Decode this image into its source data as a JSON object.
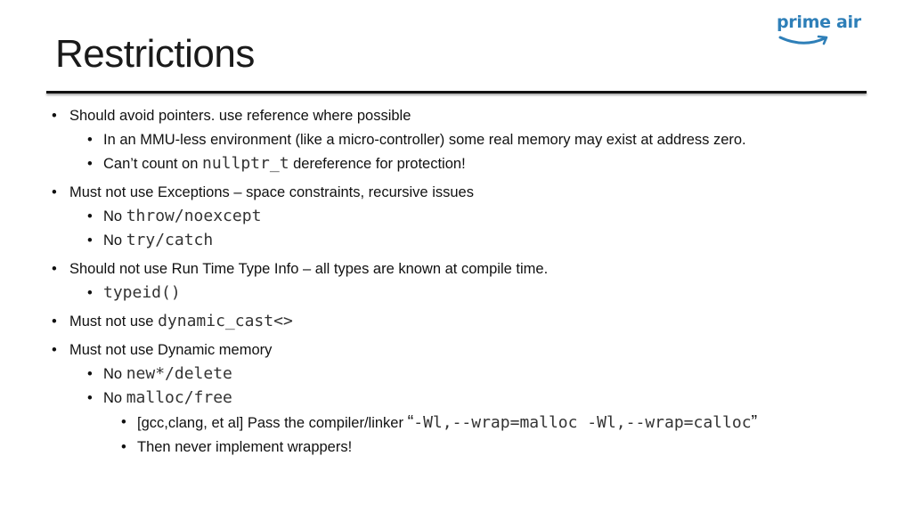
{
  "slide": {
    "title": "Restrictions",
    "logo_text": "prime air",
    "brand_color": "#2e7fb8",
    "bullet_char": "•",
    "items": [
      {
        "text": "Should avoid pointers. use reference where possible"
      },
      {
        "text": "In an MMU-less environment (like a micro-controller) some real memory may exist at address zero."
      },
      {
        "pre": "Can’t count on ",
        "code": "nullptr_t",
        "post": " dereference for protection!"
      },
      {
        "text": "Must not use Exceptions – space constraints, recursive issues"
      },
      {
        "pre": "No ",
        "code": "throw/noexcept"
      },
      {
        "pre": "No ",
        "code": "try/catch"
      },
      {
        "text": "Should not use Run Time Type Info – all types are known at compile time."
      },
      {
        "code": "typeid()"
      },
      {
        "pre": "Must not use ",
        "code": "dynamic_cast<>"
      },
      {
        "text": "Must not use Dynamic memory"
      },
      {
        "pre": "No ",
        "code": "new*/delete"
      },
      {
        "pre": "No ",
        "code": "malloc/free"
      },
      {
        "pre": "[gcc,clang, et al] Pass the compiler/linker ",
        "quote_open": "“",
        "code": "-Wl,--wrap=malloc -Wl,--wrap=calloc",
        "quote_close": "”"
      },
      {
        "text": "Then never implement wrappers!"
      }
    ]
  }
}
